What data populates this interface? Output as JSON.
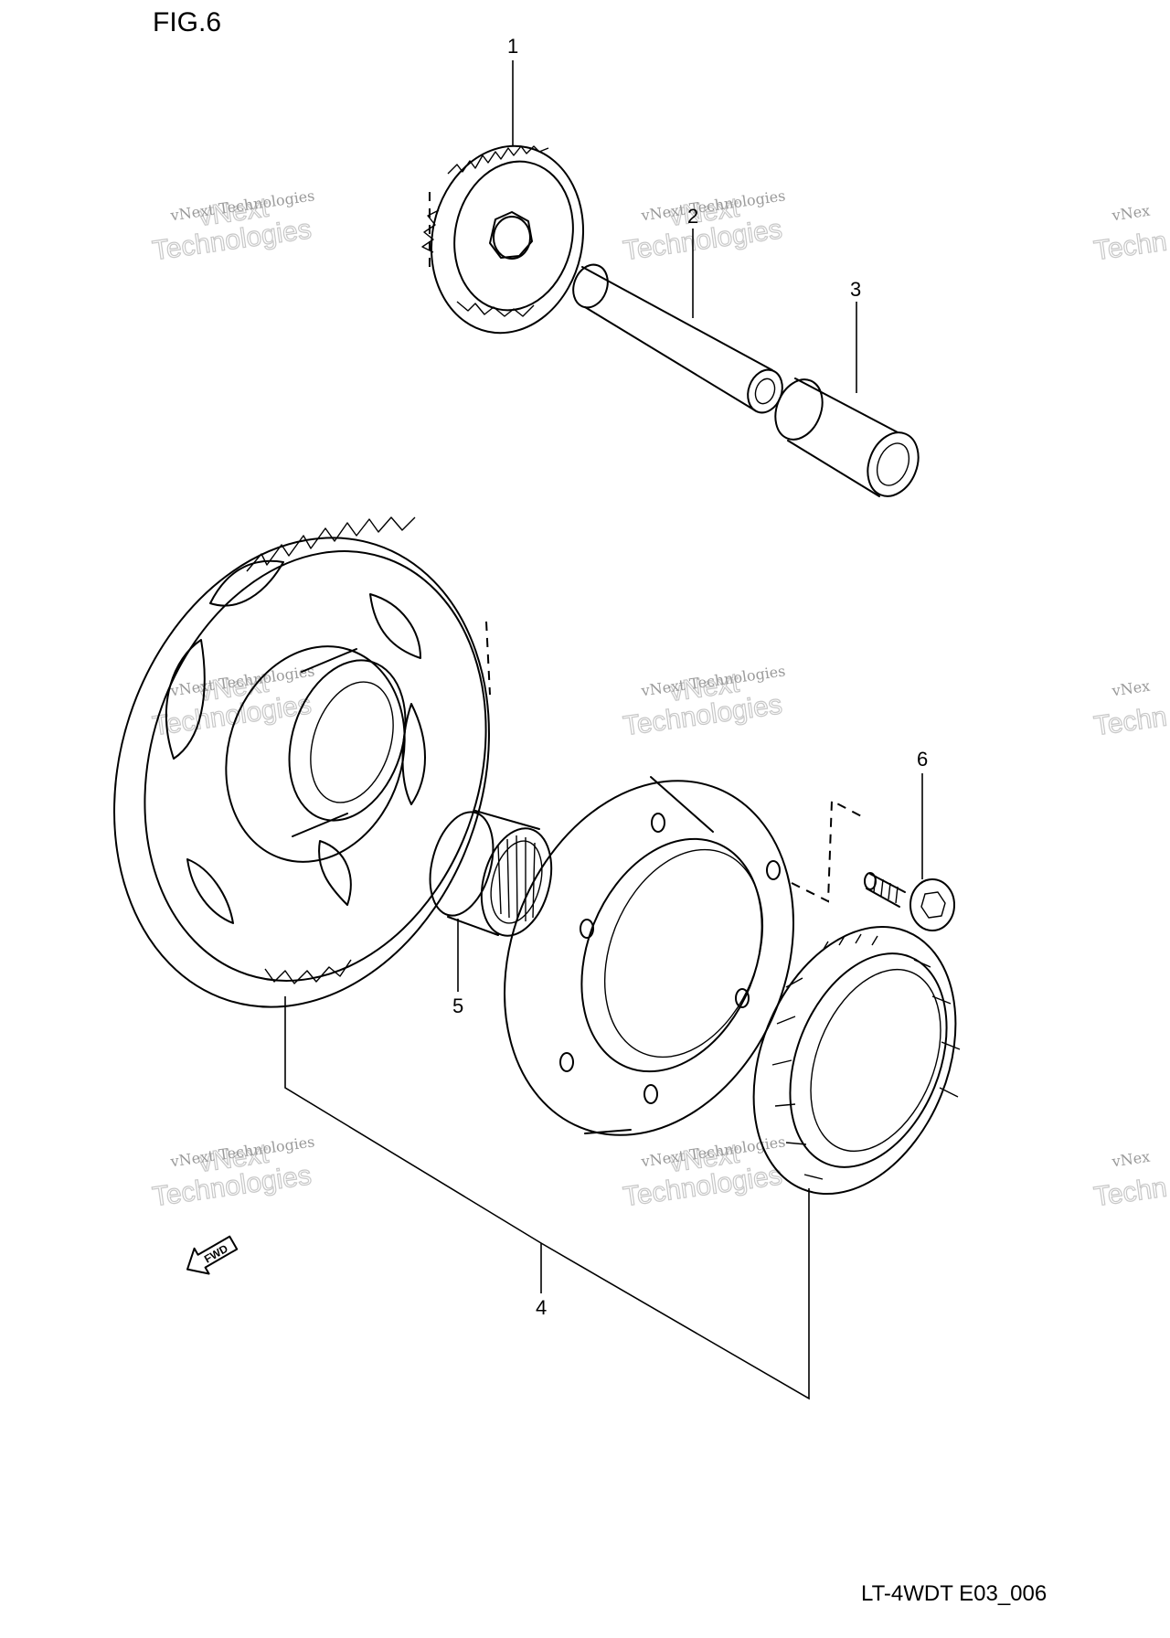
{
  "figure": {
    "title": "FIG.6",
    "drawing_code": "LT-4WDT E03_006"
  },
  "callouts": [
    {
      "id": "1",
      "label": "1"
    },
    {
      "id": "2",
      "label": "2"
    },
    {
      "id": "3",
      "label": "3"
    },
    {
      "id": "4",
      "label": "4"
    },
    {
      "id": "5",
      "label": "5"
    },
    {
      "id": "6",
      "label": "6"
    }
  ],
  "direction_marker": {
    "label": "FWD"
  },
  "watermark": {
    "line1": "vNext Technologies",
    "line2": "vNext",
    "line3": "Technologies",
    "partial_line1": "vNex",
    "partial_line3": "Techn",
    "color": "#9a9a9a"
  }
}
